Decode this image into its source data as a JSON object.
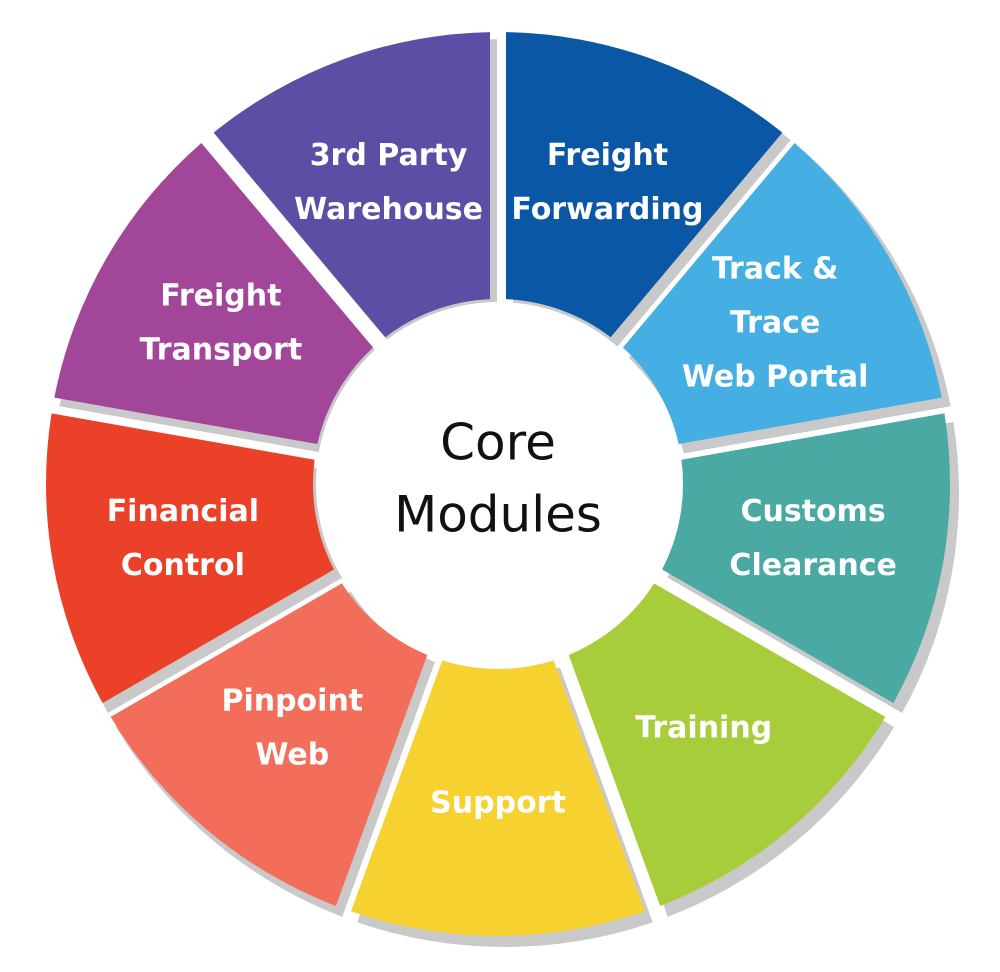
{
  "center": {
    "line1": "Core",
    "line2": "Modules"
  },
  "segments": [
    {
      "lines": [
        "Freight",
        "Forwarding"
      ],
      "color": "#0A58A5"
    },
    {
      "lines": [
        "Track &",
        "Trace",
        "Web Portal"
      ],
      "color": "#45AEE3"
    },
    {
      "lines": [
        "Customs",
        "Clearance"
      ],
      "color": "#4AA9A3"
    },
    {
      "lines": [
        "Training"
      ],
      "color": "#A8CD3B"
    },
    {
      "lines": [
        "Support"
      ],
      "color": "#F7D12F"
    },
    {
      "lines": [
        "Pinpoint",
        "Web"
      ],
      "color": "#F26E5A"
    },
    {
      "lines": [
        "Financial",
        "Control"
      ],
      "color": "#EA4128"
    },
    {
      "lines": [
        "Freight",
        "Transport"
      ],
      "color": "#A24699"
    },
    {
      "lines": [
        "3rd Party",
        "Warehouse"
      ],
      "color": "#5C4DA5"
    }
  ]
}
